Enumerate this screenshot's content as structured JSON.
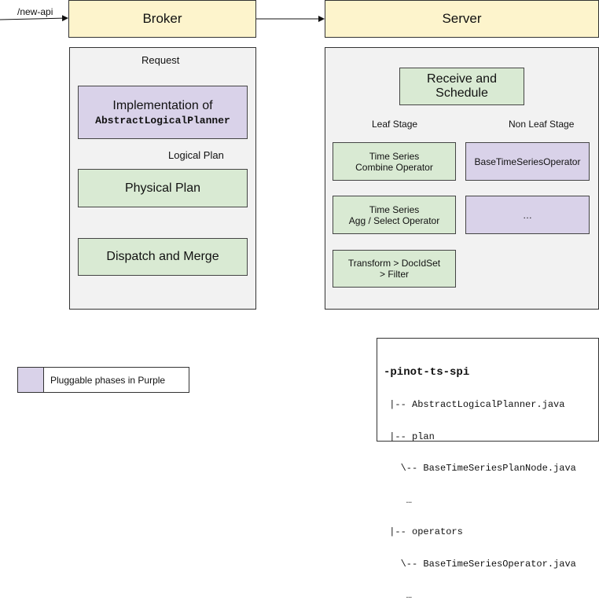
{
  "entry": {
    "label": "/new-api"
  },
  "broker": {
    "title": "Broker",
    "request_label": "Request",
    "planner": {
      "line1": "Implementation of",
      "line2": "AbstractLogicalPlanner"
    },
    "logical_plan_label": "Logical Plan",
    "physical_plan": "Physical Plan",
    "dispatch_merge": "Dispatch and Merge"
  },
  "server": {
    "title": "Server",
    "receive": {
      "line1": "Receive and",
      "line2": "Schedule"
    },
    "leaf_stage_label": "Leaf Stage",
    "non_leaf_stage_label": "Non Leaf Stage",
    "combine": {
      "line1": "Time Series",
      "line2": "Combine Operator"
    },
    "agg": {
      "line1": "Time Series",
      "line2": "Agg / Select Operator"
    },
    "transform": {
      "line1": "Transform > DocIdSet",
      "line2": "> Filter"
    },
    "base_operator": "BaseTimeSeriesOperator",
    "ellipsis": "…"
  },
  "legend": {
    "label": "Pluggable phases in Purple"
  },
  "tree": {
    "root": "-pinot-ts-spi",
    "lines": [
      " |-- AbstractLogicalPlanner.java",
      " |-- plan",
      "   \\-- BaseTimeSeriesPlanNode.java",
      "    …",
      " |-- operators",
      "   \\-- BaseTimeSeriesOperator.java",
      "    …"
    ]
  },
  "colors": {
    "yellow": "#fdf4cc",
    "panel": "#f2f2f2",
    "green": "#d9ead3",
    "purple": "#d9d2e9"
  }
}
